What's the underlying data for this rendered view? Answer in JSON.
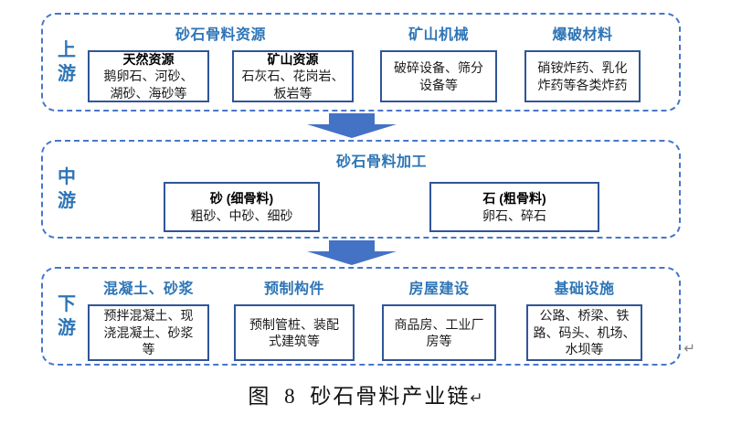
{
  "colors": {
    "header_blue": "#2e75b6",
    "dashed_border_blue": "#4777c8",
    "box_border_blue": "#2f5597",
    "arrow_blue": "#4472c4",
    "return_mark_gray": "#7f7f7f"
  },
  "sections": {
    "upstream": {
      "label": "上游",
      "groups": [
        {
          "header": "砂石骨料资源",
          "boxes": [
            {
              "title": "天然资源",
              "body": "鹅卵石、河砂、\n湖砂、海砂等"
            },
            {
              "title": "矿山资源",
              "body": "石灰石、花岗岩、\n板岩等"
            }
          ]
        },
        {
          "header": "矿山机械",
          "boxes": [
            {
              "title": "",
              "body": "破碎设备、筛分\n设备等"
            }
          ]
        },
        {
          "header": "爆破材料",
          "boxes": [
            {
              "title": "",
              "body": "硝铵炸药、乳化\n炸药等各类炸药"
            }
          ]
        }
      ]
    },
    "midstream": {
      "label": "中游",
      "header": "砂石骨料加工",
      "boxes": [
        {
          "title": "砂 (细骨料)",
          "body": "粗砂、中砂、细砂"
        },
        {
          "title": "石 (粗骨料)",
          "body": "卵石、碎石"
        }
      ]
    },
    "downstream": {
      "label": "下游",
      "columns": [
        {
          "header": "混凝土、砂浆",
          "body": "预拌混凝土、现\n浇混凝土、砂浆\n等"
        },
        {
          "header": "预制构件",
          "body": "预制管桩、装配\n式建筑等"
        },
        {
          "header": "房屋建设",
          "body": "商品房、工业厂\n房等"
        },
        {
          "header": "基础设施",
          "body": "公路、桥梁、铁\n路、码头、机场、\n水坝等"
        }
      ]
    }
  },
  "return_mark": "↵",
  "caption": {
    "text": "图 8 砂石骨料产业链"
  }
}
